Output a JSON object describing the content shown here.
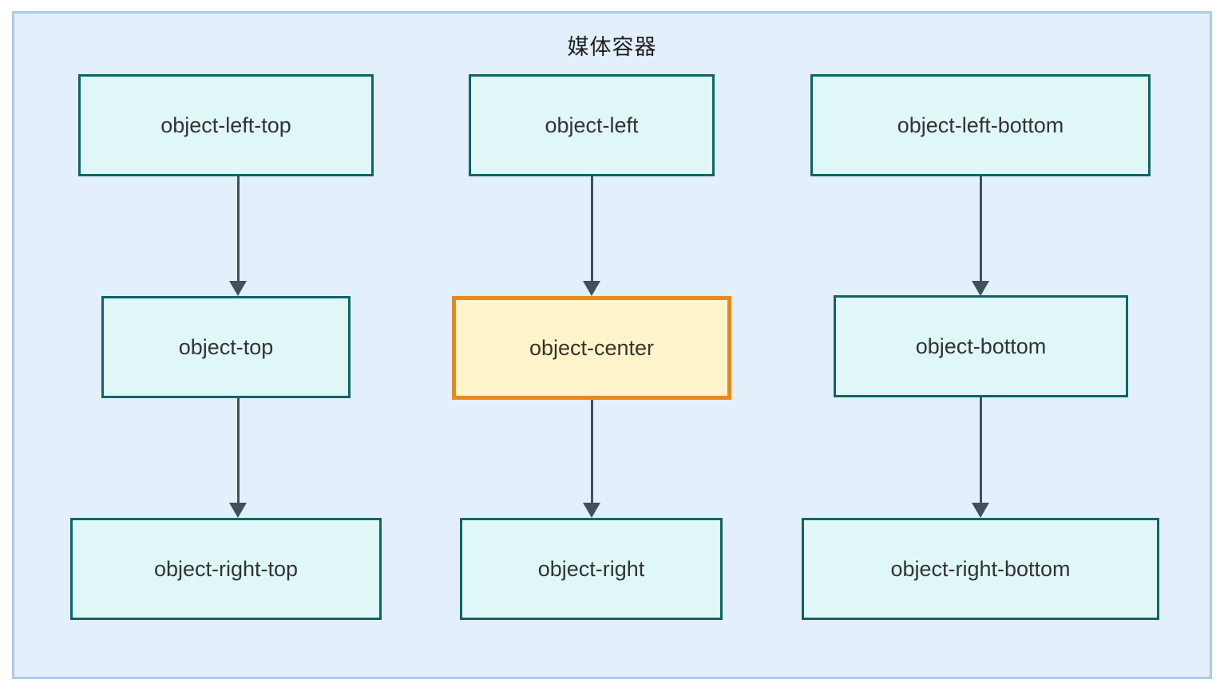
{
  "container": {
    "title": "媒体容器",
    "fill": "#e3f0fb",
    "border": "#a9cde5"
  },
  "theme": {
    "node_fill": "#e0f7f8",
    "node_border": "#0e6567",
    "node_text": "#333333",
    "highlight_fill": "#fff4cc",
    "highlight_border": "#e8891e",
    "arrow_color": "#41505c"
  },
  "diagram": {
    "type": "flowchart",
    "columns": [
      {
        "name": "column-left",
        "nodes": [
          "object-left-top",
          "object-top",
          "object-right-top"
        ]
      },
      {
        "name": "column-middle",
        "nodes": [
          "object-left",
          "object-center",
          "object-right"
        ]
      },
      {
        "name": "column-right",
        "nodes": [
          "object-left-bottom",
          "object-bottom",
          "object-right-bottom"
        ]
      }
    ],
    "nodes": [
      {
        "id": "n0",
        "label": "object-left-top",
        "highlighted": false
      },
      {
        "id": "n1",
        "label": "object-left",
        "highlighted": false
      },
      {
        "id": "n2",
        "label": "object-left-bottom",
        "highlighted": false
      },
      {
        "id": "n3",
        "label": "object-top",
        "highlighted": false
      },
      {
        "id": "n4",
        "label": "object-center",
        "highlighted": true
      },
      {
        "id": "n5",
        "label": "object-bottom",
        "highlighted": false
      },
      {
        "id": "n6",
        "label": "object-right-top",
        "highlighted": false
      },
      {
        "id": "n7",
        "label": "object-right",
        "highlighted": false
      },
      {
        "id": "n8",
        "label": "object-right-bottom",
        "highlighted": false
      }
    ],
    "edges": [
      {
        "from": "object-left-top",
        "to": "object-top",
        "style": "solid-arrow"
      },
      {
        "from": "object-top",
        "to": "object-right-top",
        "style": "solid-arrow"
      },
      {
        "from": "object-left",
        "to": "object-center",
        "style": "solid-arrow"
      },
      {
        "from": "object-center",
        "to": "object-right",
        "style": "solid-arrow"
      },
      {
        "from": "object-left-bottom",
        "to": "object-bottom",
        "style": "solid-arrow"
      },
      {
        "from": "object-bottom",
        "to": "object-right-bottom",
        "style": "solid-arrow"
      }
    ]
  }
}
